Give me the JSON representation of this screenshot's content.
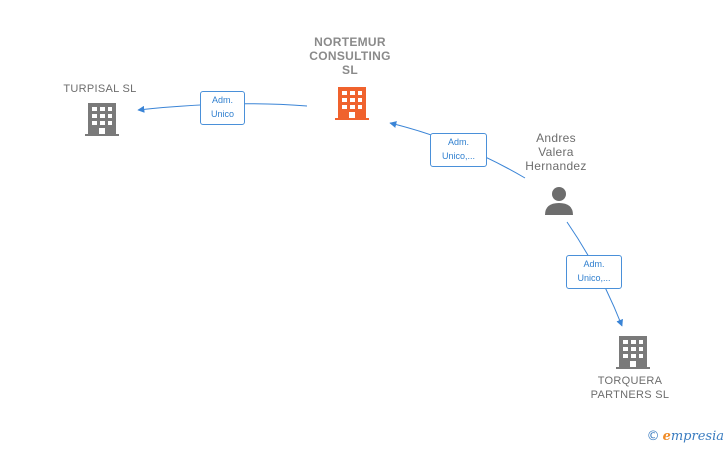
{
  "nodes": {
    "nortemur": {
      "lines": [
        "NORTEMUR",
        "CONSULTING",
        "SL"
      ],
      "color": "#f0622d",
      "kind": "company"
    },
    "turpisal": {
      "lines": [
        "TURPISAL  SL"
      ],
      "color": "#7a7a7a",
      "kind": "company"
    },
    "andres": {
      "lines": [
        "Andres",
        "Valera",
        "Hernandez"
      ],
      "color": "#6d6d6d",
      "kind": "person"
    },
    "torquera": {
      "lines": [
        "TORQUERA",
        "PARTNERS  SL"
      ],
      "color": "#7a7a7a",
      "kind": "company"
    }
  },
  "edges": [
    {
      "label_lines": [
        "Adm.",
        "Unico"
      ]
    },
    {
      "label_lines": [
        "Adm.",
        "Unico,..."
      ]
    },
    {
      "label_lines": [
        "Adm.",
        "Unico,..."
      ]
    }
  ],
  "colors": {
    "edge": "#3a84d6",
    "edge_label": "#2f7fcf"
  },
  "watermark": {
    "symbol": "©",
    "initial": "e",
    "text": "mpresia"
  }
}
